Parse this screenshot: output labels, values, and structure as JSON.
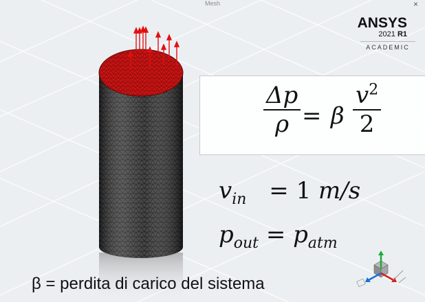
{
  "window": {
    "title": "Mesh",
    "close_glyph": "×"
  },
  "logo": {
    "brand": "ANSYS",
    "version_year": "2021",
    "version_release": "R1",
    "edition": "ACADEMIC"
  },
  "formula": {
    "main": {
      "lhs_numerator": "Δp",
      "lhs_denominator": "ρ",
      "equals": "=",
      "coefficient": "β",
      "rhs_numerator_base": "v",
      "rhs_numerator_exp": "2",
      "rhs_denominator": "2"
    },
    "inlet": {
      "symbol": "v",
      "subscript": "in",
      "equals": "=",
      "value": "1",
      "unit": "m/s"
    },
    "outlet": {
      "symbol": "p",
      "subscript": "out",
      "equals": "=",
      "rhs_symbol": "p",
      "rhs_subscript": "atm"
    }
  },
  "caption": "β = perdita di carico del sistema",
  "icons": {
    "mesh_model": "cylinder-mesh-icon",
    "inlet_arrows": "velocity-arrow-icon",
    "triad": "axis-triad-icon"
  },
  "colors": {
    "viewport_bg": "#eceff2",
    "mesh_dark": "#2b2b2b",
    "mesh_cap": "#c81414",
    "arrow": "#e01010"
  }
}
